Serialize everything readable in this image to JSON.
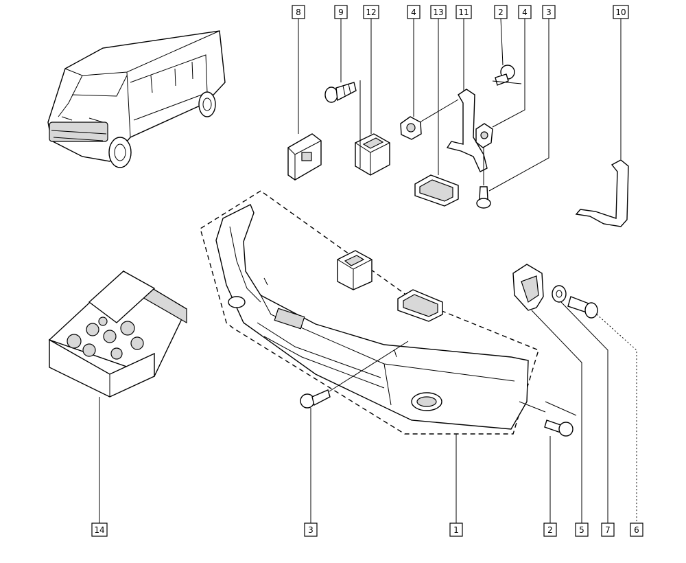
{
  "callouts": [
    {
      "id": "c8",
      "label": "8"
    },
    {
      "id": "c9",
      "label": "9"
    },
    {
      "id": "c12",
      "label": "12"
    },
    {
      "id": "c4a",
      "label": "4"
    },
    {
      "id": "c13",
      "label": "13"
    },
    {
      "id": "c11",
      "label": "11"
    },
    {
      "id": "c2a",
      "label": "2"
    },
    {
      "id": "c4b",
      "label": "4"
    },
    {
      "id": "c3a",
      "label": "3"
    },
    {
      "id": "c10",
      "label": "10"
    },
    {
      "id": "c14",
      "label": "14"
    },
    {
      "id": "c3b",
      "label": "3"
    },
    {
      "id": "c1",
      "label": "1"
    },
    {
      "id": "c2b",
      "label": "2"
    },
    {
      "id": "c5",
      "label": "5"
    },
    {
      "id": "c7",
      "label": "7"
    },
    {
      "id": "c6",
      "label": "6"
    }
  ],
  "palette": {
    "line": "#000000",
    "fill": "#ffffff",
    "shade": "#d8d8d8"
  }
}
